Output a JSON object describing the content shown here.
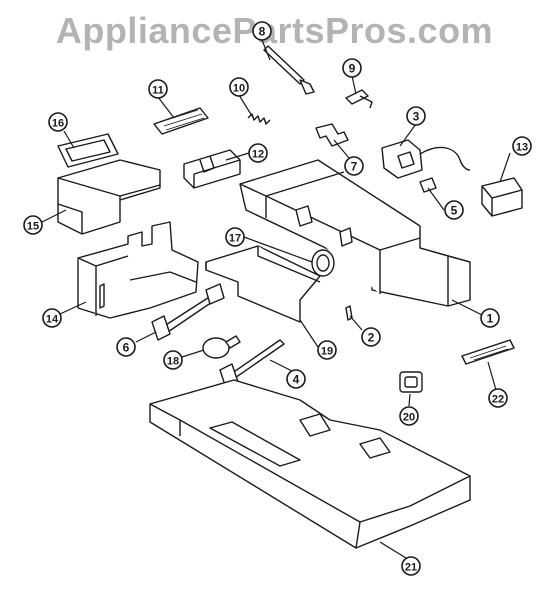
{
  "watermark": "AppliancePartsPros.com",
  "colors": {
    "line": "#1a1a1a",
    "fill": "#ffffff",
    "watermark": "#b3b3b3"
  },
  "callouts": [
    {
      "id": "c1",
      "label": "1"
    },
    {
      "id": "c2",
      "label": "2"
    },
    {
      "id": "c3",
      "label": "3"
    },
    {
      "id": "c4",
      "label": "4"
    },
    {
      "id": "c5",
      "label": "5"
    },
    {
      "id": "c6",
      "label": "6"
    },
    {
      "id": "c7",
      "label": "7"
    },
    {
      "id": "c8",
      "label": "8"
    },
    {
      "id": "c9",
      "label": "9"
    },
    {
      "id": "c10",
      "label": "10"
    },
    {
      "id": "c11",
      "label": "11"
    },
    {
      "id": "c12",
      "label": "12"
    },
    {
      "id": "c13",
      "label": "13"
    },
    {
      "id": "c14",
      "label": "14"
    },
    {
      "id": "c15",
      "label": "15"
    },
    {
      "id": "c16",
      "label": "16"
    },
    {
      "id": "c17",
      "label": "17"
    },
    {
      "id": "c18",
      "label": "18"
    },
    {
      "id": "c19",
      "label": "19"
    },
    {
      "id": "c20",
      "label": "20"
    },
    {
      "id": "c21",
      "label": "21"
    },
    {
      "id": "c22",
      "label": "22"
    }
  ]
}
